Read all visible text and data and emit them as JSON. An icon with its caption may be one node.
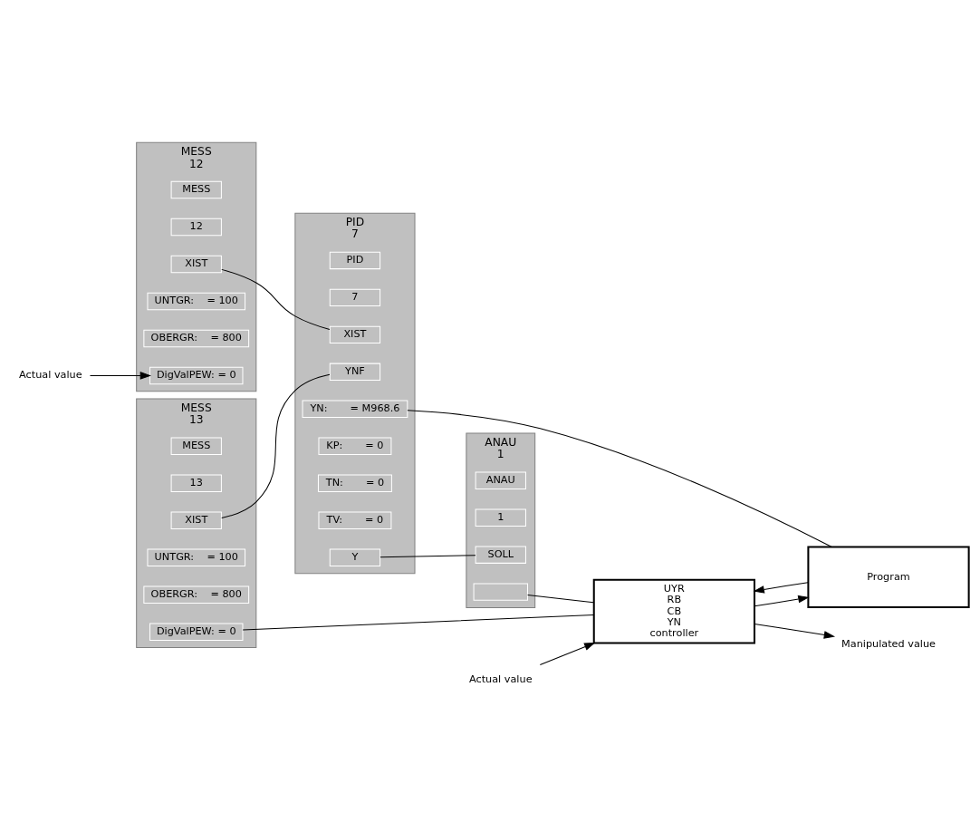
{
  "diagram": {
    "nodes": [
      {
        "text": [
          "PID",
          "7"
        ]
      },
      {
        "text": [
          "PID"
        ],
        "in": 0
      },
      {
        "text": [
          "7"
        ],
        "in": 0
      },
      {
        "text": [
          "XIST"
        ],
        "in": 0
      },
      {
        "text": [
          "YNF"
        ],
        "in": 0
      },
      {
        "text": [
          "Y"
        ],
        "in": 0
      },
      {
        "text": [
          "KP:       = 0"
        ],
        "in": 0
      },
      {
        "text": [
          "TN:       = 0"
        ],
        "in": 0
      },
      {
        "text": [
          "TV:       = 0"
        ],
        "in": 0
      },
      {
        "text": [
          "YN:       = M968.6"
        ],
        "in": 0
      },
      {
        "text": [
          "MESS",
          "12"
        ]
      },
      {
        "text": [
          "MESS"
        ],
        "in": 10
      },
      {
        "text": [
          "12"
        ],
        "in": 10
      },
      {
        "text": [
          "XIST"
        ],
        "in": 10
      },
      {
        "text": [
          "UNTGR:    = 100"
        ],
        "in": 10
      },
      {
        "text": [
          "OBERGR:    = 800"
        ],
        "in": 10
      },
      {
        "text": [
          "DigValPEW: = 0"
        ],
        "in": 10
      },
      {
        "text": [
          "ANAU",
          "1"
        ]
      },
      {
        "text": [
          "ANAU"
        ],
        "in": 17
      },
      {
        "text": [
          "1"
        ],
        "in": 17
      },
      {
        "text": [
          "SOLL"
        ],
        "in": 17
      },
      {
        "text": [],
        "shape": "box",
        "in": 17
      },
      {
        "text": [
          "Actual value"
        ]
      },
      {
        "text": [
          "Program"
        ]
      },
      {
        "text": [
          "MESS",
          "13"
        ]
      },
      {
        "text": [
          "MESS"
        ],
        "in": 24
      },
      {
        "text": [
          "13"
        ],
        "in": 24
      },
      {
        "text": [
          "XIST"
        ],
        "in": 24
      },
      {
        "text": [
          "UNTGR:    = 100"
        ],
        "in": 24
      },
      {
        "text": [
          "OBERGR:    = 800"
        ],
        "in": 24
      },
      {
        "text": [
          "DigValPEW: = 0"
        ],
        "in": 24
      },
      {
        "text": [
          "UYR",
          "RB",
          "CB",
          "YN",
          "controller"
        ]
      },
      {
        "text": [
          "Actual value"
        ]
      },
      {
        "text": [
          "Manipulated value"
        ]
      }
    ],
    "edges": [
      {
        "from": 13,
        "to": 3,
        "arrow": "none"
      },
      {
        "from": 27,
        "to": 4,
        "arrow": "none"
      },
      {
        "from": 5,
        "to": 20,
        "arrow": "none"
      },
      {
        "from": 9,
        "to": 23,
        "arrow": "none"
      },
      {
        "from": 22,
        "to": 16,
        "arrow": "to"
      },
      {
        "from": 30,
        "to": 31,
        "arrow": "none"
      },
      {
        "from": 31,
        "to": 23,
        "arrow": "to"
      },
      {
        "from": 23,
        "to": 31,
        "arrow": "to"
      },
      {
        "from": 21,
        "to": 31,
        "arrow": "none"
      },
      {
        "from": 32,
        "to": 31,
        "arrow": "to"
      },
      {
        "from": 31,
        "to": 33,
        "arrow": "to"
      }
    ]
  }
}
